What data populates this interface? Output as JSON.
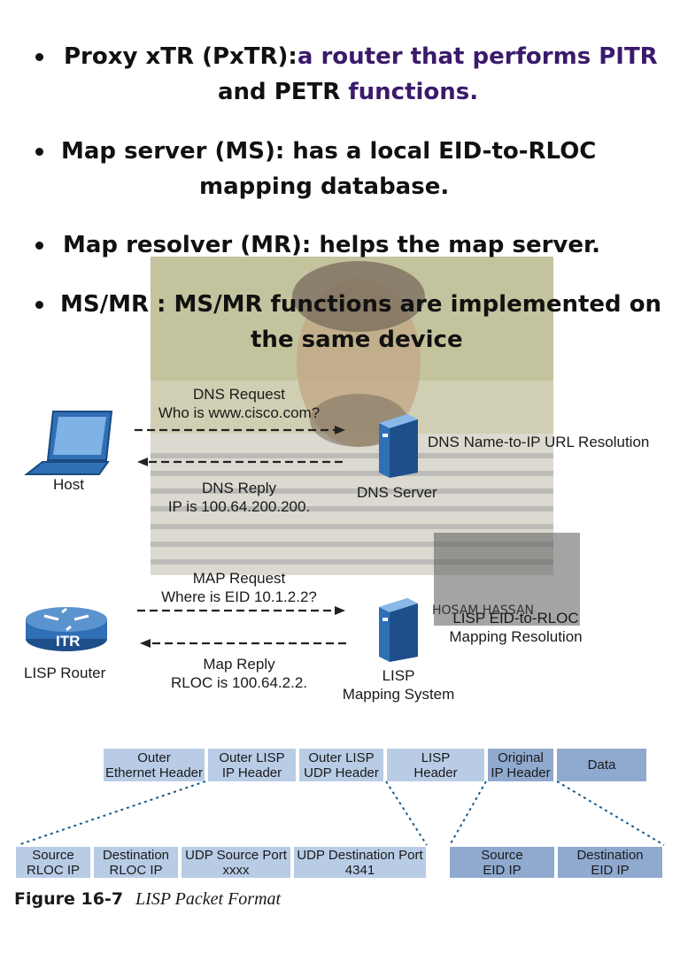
{
  "bullets": [
    {
      "head": "Proxy xTR (PxTR):",
      "rest": "a router that performs PITR",
      "line2_a": "and PETR",
      "line2_b": " functions."
    },
    {
      "line1": "Map server (MS): has a local EID-to-RLOC",
      "line2": "mapping database."
    },
    {
      "line1": "Map resolver (MR): helps the map server."
    },
    {
      "line1": "MS/MR : MS/MR functions are implemented on",
      "line2": "the same device"
    }
  ],
  "diagram": {
    "dns_request": [
      "DNS Request",
      "Who is www.cisco.com?"
    ],
    "dns_reply": [
      "DNS Reply",
      "IP is 100.64.200.200."
    ],
    "host_label": "Host",
    "dns_server_label": "DNS Server",
    "dns_resolution": "DNS Name-to-IP URL Resolution",
    "map_request": [
      "MAP Request",
      "Where is EID 10.1.2.2?"
    ],
    "map_reply": [
      "Map Reply",
      "RLOC is 100.64.2.2."
    ],
    "itr_text": "ITR",
    "lisp_router_label": "LISP Router",
    "mapping_system_label": [
      "LISP",
      "Mapping System"
    ],
    "mapping_resolution": [
      "LISP EID-to-RLOC",
      "Mapping Resolution"
    ],
    "watermark_text": "HOSAM HASSAN"
  },
  "packet": {
    "top_row": [
      [
        "Outer",
        "Ethernet Header"
      ],
      [
        "Outer LISP",
        "IP Header"
      ],
      [
        "Outer LISP",
        "UDP Header"
      ],
      [
        "LISP",
        "Header"
      ],
      [
        "Original",
        "IP Header"
      ],
      [
        "Data",
        ""
      ]
    ],
    "bottom_row": [
      [
        "Source",
        "RLOC IP"
      ],
      [
        "Destination",
        "RLOC IP"
      ],
      [
        "UDP Source Port",
        "xxxx"
      ],
      [
        "UDP Destination Port",
        "4341"
      ],
      [
        "Source",
        "EID IP"
      ],
      [
        "Destination",
        "EID IP"
      ]
    ]
  },
  "caption": {
    "label": "Figure 16-7",
    "title": "LISP Packet Format"
  },
  "colors": {
    "light_box": "#b8cce6",
    "dark_box": "#8fa9cf",
    "accent_purple": "#3b1a6b"
  }
}
